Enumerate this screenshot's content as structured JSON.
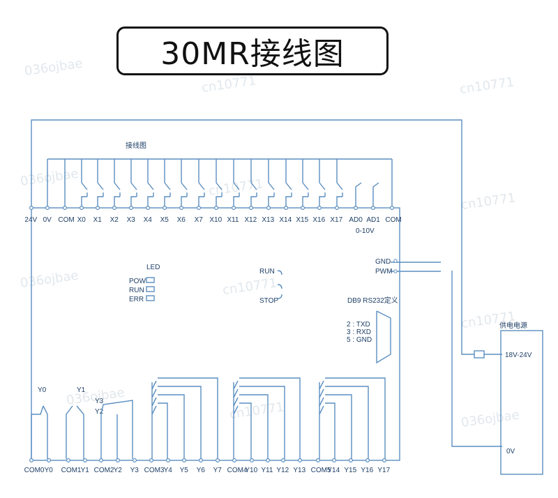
{
  "title": "30MR接线图",
  "diagram_heading": "接线图",
  "top_terminals": [
    "24V",
    "0V",
    "COM",
    "X0",
    "X1",
    "X2",
    "X3",
    "X4",
    "X5",
    "X6",
    "X7",
    "X10",
    "X11",
    "X12",
    "X13",
    "X14",
    "X15",
    "X16",
    "X17",
    "AD0",
    "AD1",
    "COM"
  ],
  "analog_range": "0-10V",
  "led_title": "LED",
  "led_labels": [
    "POW",
    "RUN",
    "ERR"
  ],
  "run_label": "RUN",
  "stop_label": "STOP",
  "gnd_label": "GND",
  "pwm_label": "PWM",
  "db9_title": "DB9 RS232定义",
  "db9_pins": [
    "2 : TXD",
    "3 : RXD",
    "5 : GND"
  ],
  "power_title": "供电电源",
  "power_voltage": "18V-24V",
  "power_0v": "0V",
  "relay_labels": [
    "Y0",
    "Y1",
    "Y3",
    "Y2"
  ],
  "bottom_terminals": [
    "COM0",
    "Y0",
    "COM1",
    "Y1",
    "COM2",
    "Y2",
    "Y3",
    "COM3",
    "Y4",
    "Y5",
    "Y6",
    "Y7",
    "COM4",
    "Y10",
    "Y11",
    "Y12",
    "Y13",
    "COM5",
    "Y14",
    "Y15",
    "Y16",
    "Y17"
  ],
  "watermarks": [
    "036ojbae",
    "cn10771",
    "cn10771",
    "036ojbae",
    "cn10771",
    "cn10771",
    "036ojbae",
    "cn10771",
    "036ojbae",
    "cn10771",
    "cn10771",
    "036ojbae"
  ],
  "colors": {
    "line": "#5a8ec0",
    "text": "#1d3e66",
    "heading": "#2a78c6"
  }
}
